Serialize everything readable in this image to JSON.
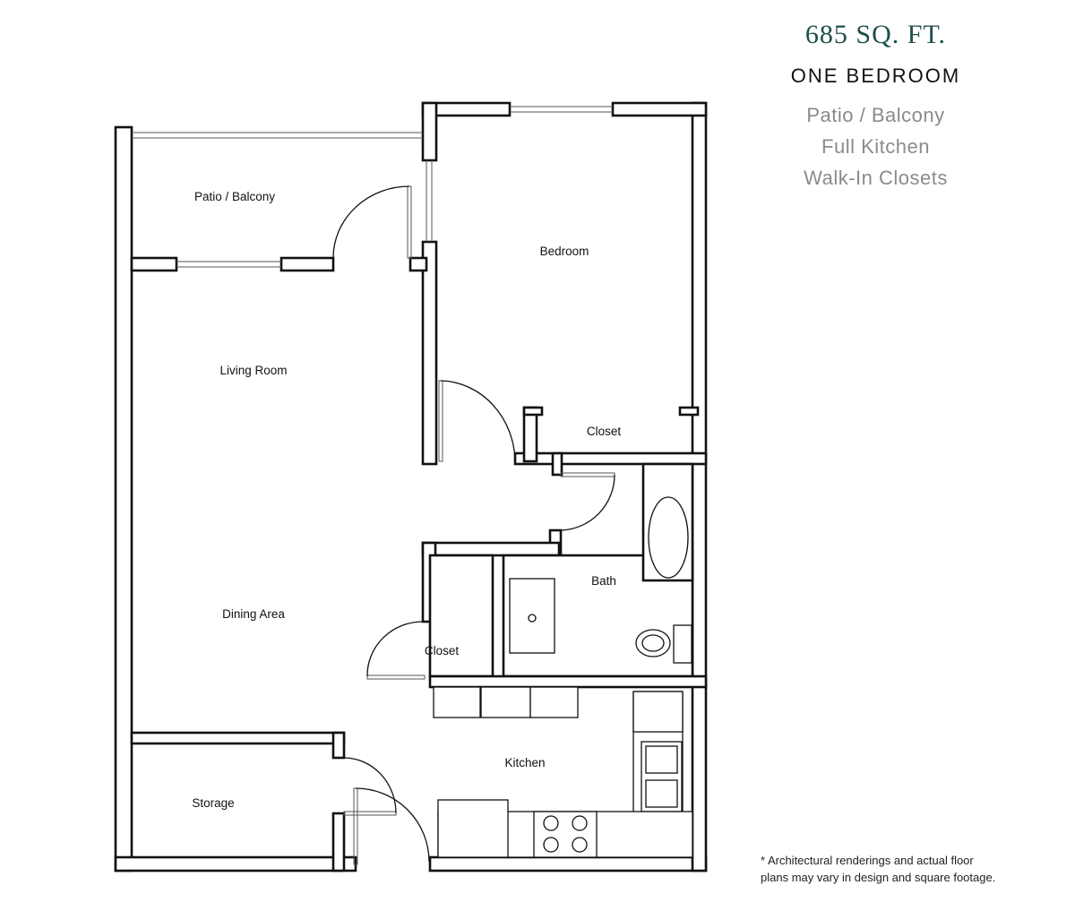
{
  "header": {
    "square_footage": "685 SQ. FT.",
    "unit_type": "ONE BEDROOM",
    "features": [
      "Patio / Balcony",
      "Full Kitchen",
      "Walk-In Closets"
    ]
  },
  "rooms": {
    "patio": "Patio / Balcony",
    "bedroom": "Bedroom",
    "living_room": "Living Room",
    "bedroom_closet": "Closet",
    "bath": "Bath",
    "dining_area": "Dining Area",
    "hall_closet": "Closet",
    "kitchen": "Kitchen",
    "storage": "Storage"
  },
  "disclaimer": {
    "line1": "* Architectural renderings and actual floor",
    "line2": "plans may vary in design and square footage."
  },
  "colors": {
    "heading_teal": "#1f4f4d",
    "feature_gray": "#8b8b8b",
    "wall_black": "#111111"
  }
}
